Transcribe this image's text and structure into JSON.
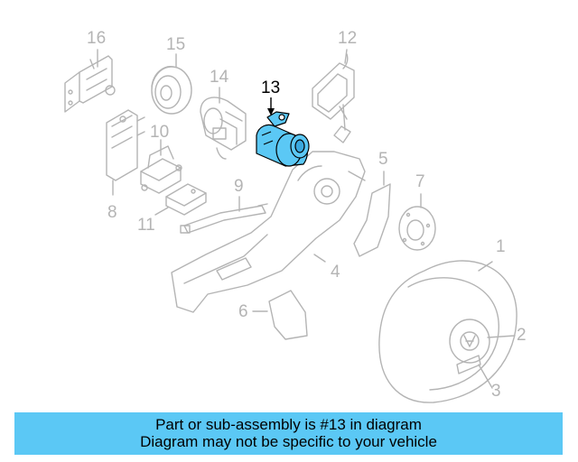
{
  "diagram": {
    "callouts": [
      {
        "num": "16"
      },
      {
        "num": "15"
      },
      {
        "num": "14"
      },
      {
        "num": "13",
        "highlighted": true
      },
      {
        "num": "12"
      },
      {
        "num": "10"
      },
      {
        "num": "11"
      },
      {
        "num": "9"
      },
      {
        "num": "8"
      },
      {
        "num": "5"
      },
      {
        "num": "7"
      },
      {
        "num": "4"
      },
      {
        "num": "6"
      },
      {
        "num": "1"
      },
      {
        "num": "2"
      },
      {
        "num": "3"
      }
    ],
    "highlight_color": "#5bc8f5",
    "line_color": "#b4b4b4"
  },
  "banner": {
    "line1": "Part or sub-assembly is #13 in diagram",
    "line2": "Diagram may not be specific to your vehicle",
    "background": "#5bc8f5"
  }
}
